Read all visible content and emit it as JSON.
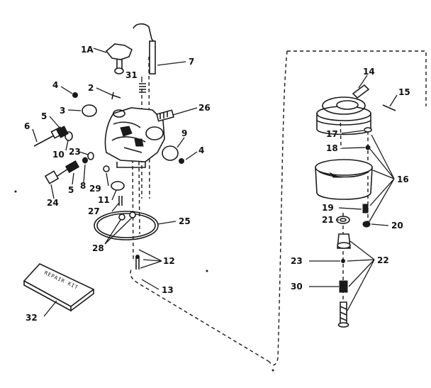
{
  "callouts": {
    "c1A": "1A",
    "c2": "2",
    "c3": "3",
    "c4a": "4",
    "c4b": "4",
    "c5a": "5",
    "c5b": "5",
    "c6": "6",
    "c7": "7",
    "c8": "8",
    "c9": "9",
    "c10": "10",
    "c11": "11",
    "c12": "12",
    "c13": "13",
    "c14": "14",
    "c15": "15",
    "c16": "16",
    "c17": "17",
    "c18": "18",
    "c19": "19",
    "c20": "20",
    "c21": "21",
    "c22": "22",
    "c23a": "23",
    "c23b": "23",
    "c24": "24",
    "c25": "25",
    "c26": "26",
    "c27": "27",
    "c28": "28",
    "c29": "29",
    "c30": "30",
    "c31": "31",
    "c32": "32"
  },
  "repair_kit_label": "REPAIR KIT"
}
